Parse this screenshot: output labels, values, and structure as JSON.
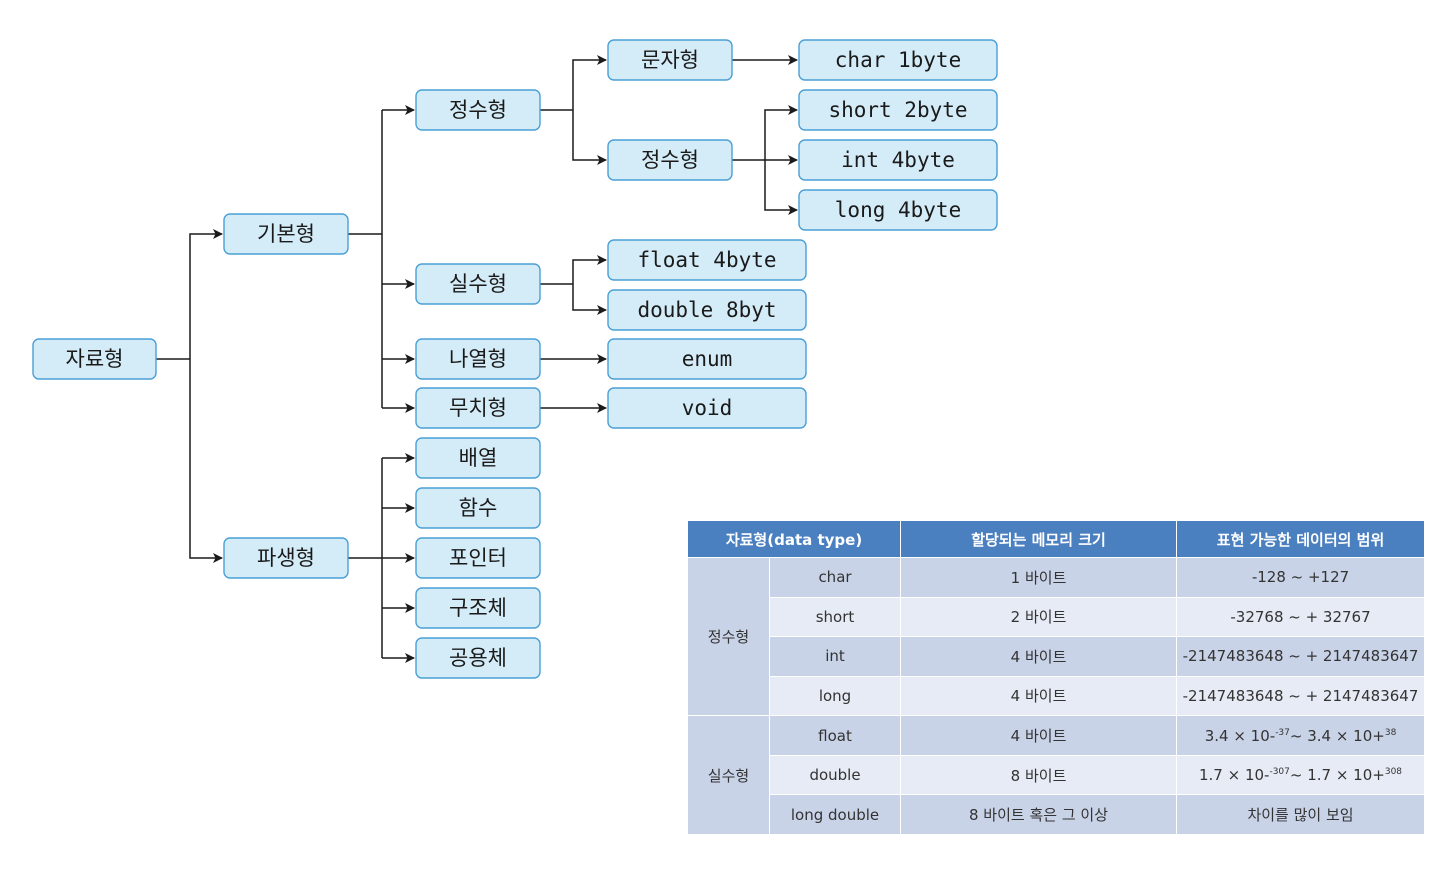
{
  "tree": {
    "root": "자료형",
    "basic": "기본형",
    "derived": "파생형",
    "integer_group": "정수형",
    "real_group": "실수형",
    "enum_group": "나열형",
    "void_group": "무치형",
    "char_kind": "문자형",
    "int_kind": "정수형",
    "char_size": "char 1byte",
    "short_size": "short 2byte",
    "int_size": "int 4byte",
    "long_size": "long 4byte",
    "float_size": "float 4byte",
    "double_size": "double 8byt",
    "enum_kw": "enum",
    "void_kw": "void",
    "array": "배열",
    "function": "함수",
    "pointer": "포인터",
    "struct": "구조체",
    "union": "공용체"
  },
  "table": {
    "headers": [
      "자료형(data type)",
      "할당되는 메모리 크기",
      "표현 가능한 데이터의 범위"
    ],
    "groups": [
      {
        "label": "정수형",
        "rows": [
          {
            "type": "char",
            "size": "1 바이트",
            "range": "-128 ~ +127"
          },
          {
            "type": "short",
            "size": "2 바이트",
            "range": "-32768 ~ + 32767"
          },
          {
            "type": "int",
            "size": "4 바이트",
            "range": "-2147483648 ~ + 2147483647"
          },
          {
            "type": "long",
            "size": "4 바이트",
            "range": "-2147483648 ~ + 2147483647"
          }
        ]
      },
      {
        "label": "실수형",
        "rows": [
          {
            "type": "float",
            "size": "4 바이트",
            "range_parts": [
              "3.4 × 10-",
              "-37",
              "~ 3.4 × 10+",
              "38"
            ]
          },
          {
            "type": "double",
            "size": "8 바이트",
            "range_parts": [
              "1.7 × 10-",
              "-307",
              "~ 1.7 × 10+",
              "308"
            ]
          },
          {
            "type": "long double",
            "size": "8 바이트 혹은 그 이상",
            "range": "차이를 많이 보임"
          }
        ]
      }
    ]
  },
  "colors": {
    "node_fill": "#d4ecf8",
    "node_border": "#4a9fd6",
    "header_bg": "#4a7fc0",
    "row_dark": "#c9d3e8",
    "row_light": "#e6ebf5"
  }
}
